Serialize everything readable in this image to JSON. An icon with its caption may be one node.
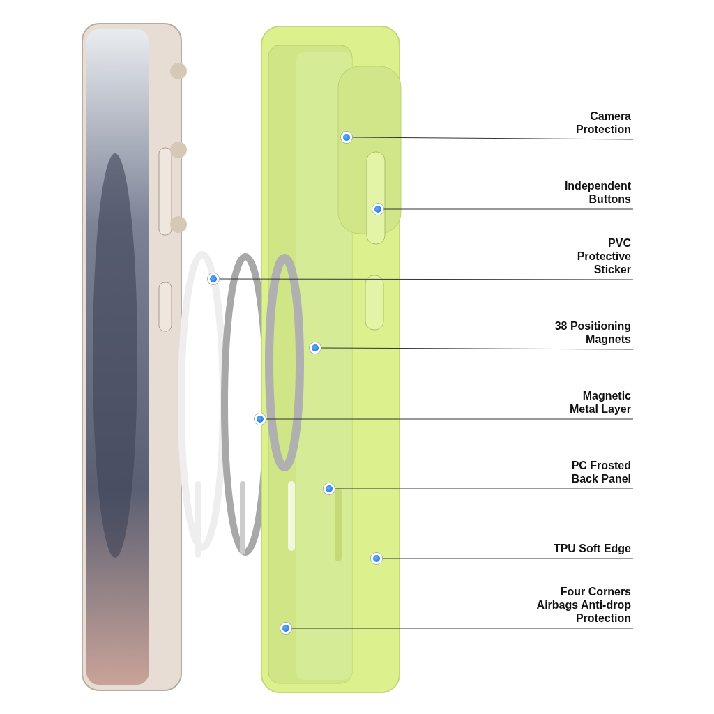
{
  "diagram": {
    "nodes": [
      {
        "text": [
          "Camera Protection"
        ]
      },
      {
        "text": [
          "Independent Buttons"
        ]
      },
      {
        "text": [
          "PVC Protective Sticker"
        ]
      },
      {
        "text": [
          "38 Positioning Magnets"
        ]
      },
      {
        "text": [
          "Magnetic Metal Layer"
        ]
      },
      {
        "text": [
          "PC Frosted Back Panel"
        ]
      },
      {
        "text": [
          "TPU Soft Edge"
        ]
      },
      {
        "text": [
          "Four Corners Airbags Anti-drop Protection"
        ]
      },
      {
        "text": [],
        "shape": "circle"
      },
      {
        "text": [],
        "shape": "circle"
      },
      {
        "text": [],
        "shape": "circle"
      },
      {
        "text": [],
        "shape": "circle"
      },
      {
        "text": [],
        "shape": "circle"
      },
      {
        "text": [],
        "shape": "circle"
      },
      {
        "text": [],
        "shape": "circle"
      },
      {
        "text": [],
        "shape": "circle"
      }
    ],
    "edges": [
      {
        "from": 0,
        "to": 8,
        "arrow": "none"
      },
      {
        "from": 1,
        "to": 9,
        "arrow": "none"
      },
      {
        "from": 2,
        "to": 10,
        "arrow": "none"
      },
      {
        "from": 3,
        "to": 11,
        "arrow": "none"
      },
      {
        "from": 4,
        "to": 12,
        "arrow": "none"
      },
      {
        "from": 5,
        "to": 13,
        "arrow": "none"
      },
      {
        "from": 6,
        "to": 14,
        "arrow": "none"
      },
      {
        "from": 7,
        "to": 15,
        "arrow": "none"
      }
    ]
  }
}
